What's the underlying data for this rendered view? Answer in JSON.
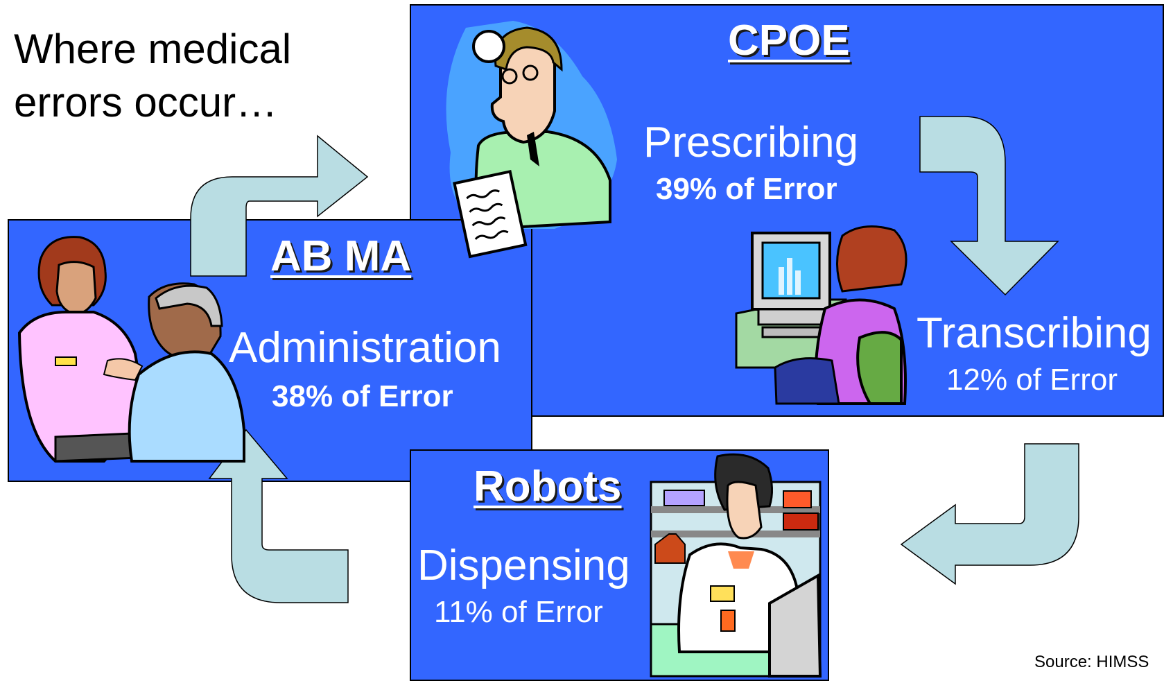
{
  "title": "Where medical errors occur…",
  "colors": {
    "panel_blue": "#3366ff",
    "arrow_fill": "#b9dde3",
    "text": "#ffffff"
  },
  "stages": {
    "cpoe": {
      "heading": "CPOE",
      "stage": "Prescribing",
      "percent": "39% of Error",
      "illustration_icon": "doctor-with-prescription-icon"
    },
    "transcribing": {
      "stage": "Transcribing",
      "percent": "12% of Error",
      "illustration_icon": "woman-at-computer-icon"
    },
    "robots": {
      "heading": "Robots",
      "stage": "Dispensing",
      "percent": "11% of Error",
      "illustration_icon": "pharmacist-icon"
    },
    "abma": {
      "heading": "AB MA",
      "stage": "Administration",
      "percent": "38% of Error",
      "illustration_icon": "nurse-and-patient-icon"
    }
  },
  "source": "Source: HIMSS"
}
